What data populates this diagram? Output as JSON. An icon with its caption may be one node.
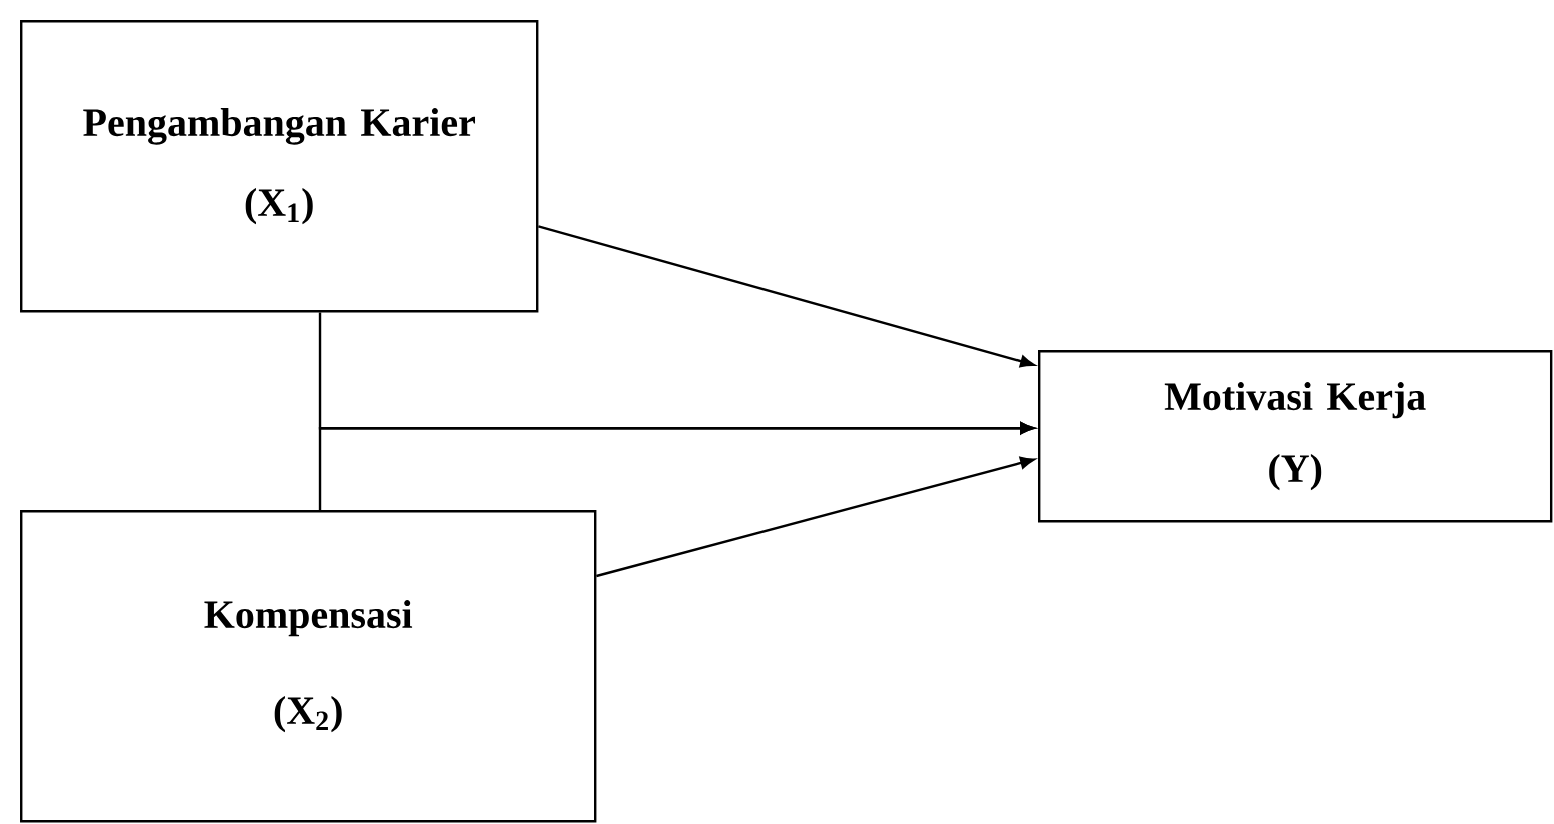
{
  "diagram": {
    "nodes": [
      {
        "text": [
          "Pengambangan Karier",
          "(X$_{1}$)"
        ]
      },
      {
        "text": [
          "Kompensasi",
          "(X$_{2}$)"
        ]
      },
      {
        "text": [
          "Motivasi Kerja",
          "(Y)"
        ]
      }
    ],
    "edges": [
      {
        "from": 0,
        "to": 2,
        "arrow": "to"
      },
      {
        "from": 1,
        "to": 2,
        "arrow": "to"
      },
      {
        "from": 0,
        "to": 2,
        "arrow": "to"
      },
      {
        "from": 1,
        "to": 2,
        "arrow": "to"
      }
    ]
  }
}
